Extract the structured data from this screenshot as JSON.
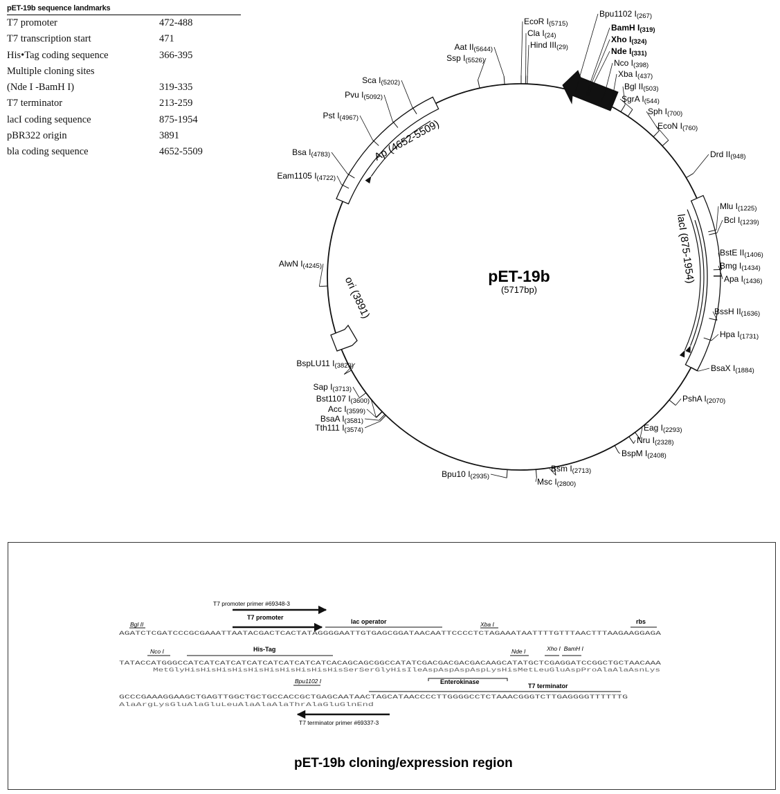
{
  "landmarks": {
    "title": "pET-19b sequence landmarks",
    "rows": [
      {
        "label": "T7 promoter",
        "value": "472-488"
      },
      {
        "label": "T7 transcription start",
        "value": "471"
      },
      {
        "label": "His•Tag coding sequence",
        "value": "366-395"
      },
      {
        "label": "Multiple cloning sites",
        "value": ""
      },
      {
        "label": "(Nde I -BamH I)",
        "value": "319-335"
      },
      {
        "label": "T7 terminator",
        "value": "213-259"
      },
      {
        "label": "lacI coding sequence",
        "value": "875-1954"
      },
      {
        "label": "pBR322 origin",
        "value": "3891"
      },
      {
        "label": "bla coding sequence",
        "value": "4652-5509"
      }
    ]
  },
  "plasmid": {
    "name": "pET-19b",
    "size": "(5717bp)",
    "features": [
      {
        "label": "Ap (4652-5509)"
      },
      {
        "label": "lacI (875-1954)"
      },
      {
        "label": "ori (3891)"
      }
    ],
    "sites": [
      {
        "name": "EcoR I",
        "pos": "(5715)",
        "bold": false
      },
      {
        "name": "Cla I",
        "pos": "(24)",
        "bold": false
      },
      {
        "name": "Hind III",
        "pos": "(29)",
        "bold": false
      },
      {
        "name": "Bpu1102 I",
        "pos": "(267)",
        "bold": false
      },
      {
        "name": "BamH I",
        "pos": "(319)",
        "bold": true
      },
      {
        "name": "Xho I",
        "pos": "(324)",
        "bold": true
      },
      {
        "name": "Nde I",
        "pos": "(331)",
        "bold": true
      },
      {
        "name": "Nco I",
        "pos": "(398)",
        "bold": false
      },
      {
        "name": "Xba I",
        "pos": "(437)",
        "bold": false
      },
      {
        "name": "Bgl II",
        "pos": "(503)",
        "bold": false
      },
      {
        "name": "SgrA I",
        "pos": "(544)",
        "bold": false
      },
      {
        "name": "Sph I",
        "pos": "(700)",
        "bold": false
      },
      {
        "name": "EcoN I",
        "pos": "(760)",
        "bold": false
      },
      {
        "name": "Drd II",
        "pos": "(948)",
        "bold": false
      },
      {
        "name": "Mlu I",
        "pos": "(1225)",
        "bold": false
      },
      {
        "name": "Bcl I",
        "pos": "(1239)",
        "bold": false
      },
      {
        "name": "BstE II",
        "pos": "(1406)",
        "bold": false
      },
      {
        "name": "Bmg I",
        "pos": "(1434)",
        "bold": false
      },
      {
        "name": "Apa I",
        "pos": "(1436)",
        "bold": false
      },
      {
        "name": "BssH II",
        "pos": "(1636)",
        "bold": false
      },
      {
        "name": "Hpa I",
        "pos": "(1731)",
        "bold": false
      },
      {
        "name": "BsaX I",
        "pos": "(1884)",
        "bold": false
      },
      {
        "name": "PshA I",
        "pos": "(2070)",
        "bold": false
      },
      {
        "name": "Eag I",
        "pos": "(2293)",
        "bold": false
      },
      {
        "name": "Nru I",
        "pos": "(2328)",
        "bold": false
      },
      {
        "name": "BspM I",
        "pos": "(2408)",
        "bold": false
      },
      {
        "name": "Bsm I",
        "pos": "(2713)",
        "bold": false
      },
      {
        "name": "Msc I",
        "pos": "(2800)",
        "bold": false
      },
      {
        "name": "Bpu10 I",
        "pos": "(2935)",
        "bold": false
      },
      {
        "name": "Tth111 I",
        "pos": "(3574)",
        "bold": false
      },
      {
        "name": "BsaA I",
        "pos": "(3581)",
        "bold": false
      },
      {
        "name": "Acc I",
        "pos": "(3599)",
        "bold": false
      },
      {
        "name": "Bst1107 I",
        "pos": "(3600)",
        "bold": false
      },
      {
        "name": "Sap I",
        "pos": "(3713)",
        "bold": false
      },
      {
        "name": "BspLU11 I",
        "pos": "(3829)",
        "bold": false
      },
      {
        "name": "AlwN I",
        "pos": "(4245)",
        "bold": false
      },
      {
        "name": "Eam1105 I",
        "pos": "(4722)",
        "bold": false
      },
      {
        "name": "Bsa I",
        "pos": "(4783)",
        "bold": false
      },
      {
        "name": "Pst I",
        "pos": "(4967)",
        "bold": false
      },
      {
        "name": "Pvu I",
        "pos": "(5092)",
        "bold": false
      },
      {
        "name": "Sca I",
        "pos": "(5202)",
        "bold": false
      },
      {
        "name": "Ssp I",
        "pos": "(5526)",
        "bold": false
      },
      {
        "name": "Aat II",
        "pos": "(5644)",
        "bold": false
      }
    ]
  },
  "region": {
    "title": "pET-19b cloning/expression region",
    "line1": {
      "seq": "AGATCTCGATCCCGCGAAATTAATACGACTCACTATAGGGGAATTGTGAGCGGATAACAATTCCCCTCTAGAAATAATTTTGTTTAACTTTAAGAAGGAGA",
      "labels": {
        "bgl": "Bgl II",
        "promoter_primer": "T7 promoter primer #69348-3",
        "promoter": "T7 promoter",
        "lac": "lac operator",
        "xba": "Xba I",
        "rbs": "rbs"
      }
    },
    "line2": {
      "seq": "TATACCATGGGCCATCATCATCATCATCATCATCATCATCACAGCAGCGGCCATATCGACGACGACGACAAGCATATGCTCGAGGATCCGGCTGCTAACAAA",
      "aa": "MetGlyHisHisHisHisHisHisHisHisHisHisSerSerGlyHisIleAspAspAspAspLysHisMetLeuGluAspProAlaAlaAsnLys",
      "labels": {
        "nco": "Nco I",
        "his": "His-Tag",
        "nde": "Nde I",
        "xho_bam": "Xho I  BamH I"
      }
    },
    "line3": {
      "seq": "GCCCGAAAGGAAGCTGAGTTGGCTGCTGCCACCGCTGAGCAATAACTAGCATAACCCCTTGGGGCCTCTAAACGGGTCTTGAGGGGTTTTTTG",
      "aa": "AlaArgLysGluAlaGluLeuAlaAlaAlaThrAlaGluGlnEnd",
      "labels": {
        "bpu": "Bpu1102 I",
        "entero": "Enterokinase",
        "t7term": "T7 terminator",
        "term_primer": "T7 terminator primer #69337-3"
      }
    }
  }
}
